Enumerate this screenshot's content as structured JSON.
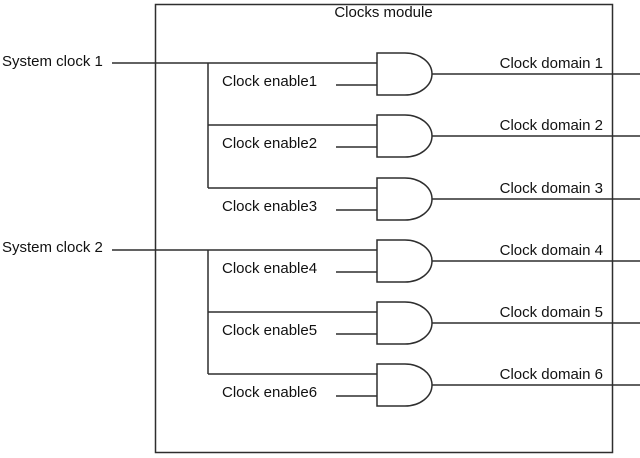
{
  "diagram": {
    "title": "Clocks module",
    "type": "clock-gating-schematic",
    "inputs": [
      "System clock 1",
      "System clock 2"
    ],
    "enables": [
      "Clock enable1",
      "Clock enable2",
      "Clock enable3",
      "Clock enable4",
      "Clock enable5",
      "Clock enable6"
    ],
    "outputs": [
      "Clock domain 1",
      "Clock domain 2",
      "Clock domain 3",
      "Clock domain 4",
      "Clock domain 5",
      "Clock domain 6"
    ],
    "gates": [
      {
        "type": "AND",
        "inputs": [
          "System clock 1",
          "Clock enable1"
        ],
        "output": "Clock domain 1"
      },
      {
        "type": "AND",
        "inputs": [
          "System clock 1",
          "Clock enable2"
        ],
        "output": "Clock domain 2"
      },
      {
        "type": "AND",
        "inputs": [
          "System clock 1",
          "Clock enable3"
        ],
        "output": "Clock domain 3"
      },
      {
        "type": "AND",
        "inputs": [
          "System clock 2",
          "Clock enable4"
        ],
        "output": "Clock domain 4"
      },
      {
        "type": "AND",
        "inputs": [
          "System clock 2",
          "Clock enable5"
        ],
        "output": "Clock domain 5"
      },
      {
        "type": "AND",
        "inputs": [
          "System clock 2",
          "Clock enable6"
        ],
        "output": "Clock domain 6"
      }
    ],
    "colors": {
      "line": "#2e2e2e",
      "text": "#111111",
      "background": "#ffffff"
    }
  }
}
